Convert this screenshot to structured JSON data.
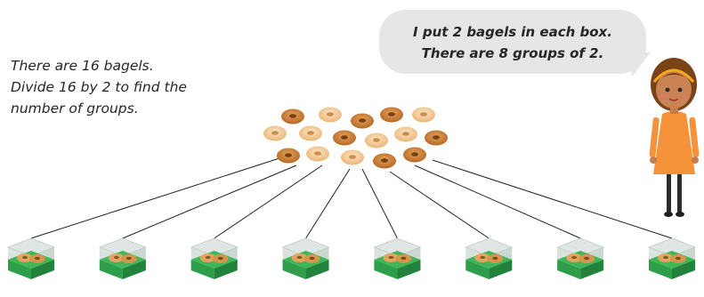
{
  "intro": {
    "line1": "There are 16 bagels.",
    "line2": "Divide 16 by 2 to find the",
    "line3": "number of groups."
  },
  "speech": {
    "line1": "I put 2 bagels in each box.",
    "line2": "There are 8 groups of 2."
  },
  "illustration": {
    "bagel_count": 16,
    "box_count": 8,
    "bagels_per_box": 2
  },
  "colors": {
    "bubble": "#e6e6e6",
    "box_green": "#2e9e4a",
    "dress": "#f5923a"
  }
}
